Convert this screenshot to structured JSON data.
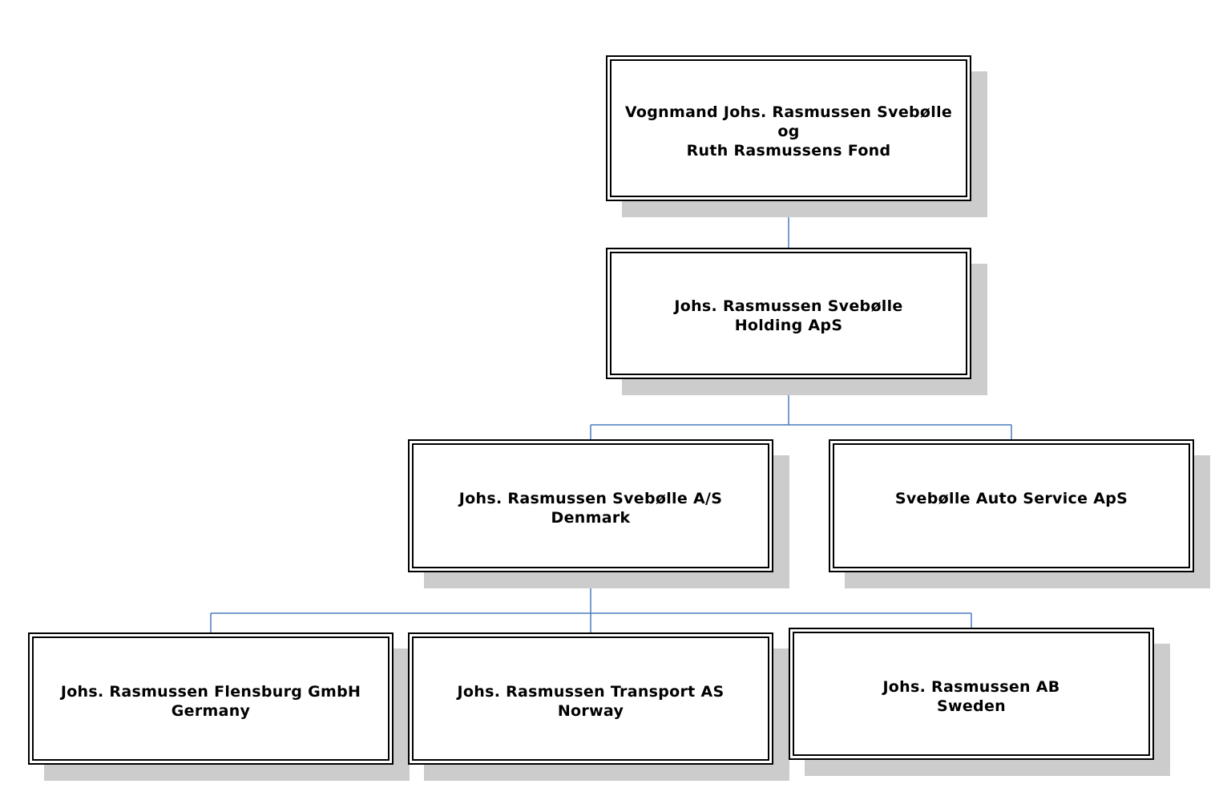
{
  "diagram": {
    "line_color": "#4a7bbf",
    "node_border_color": "#000000",
    "shadow_color": "#cccccc",
    "nodes": {
      "fond": {
        "lines": [
          "Vognmand Johs. Rasmussen Svebølle",
          "og",
          "Ruth Rasmussens Fond"
        ]
      },
      "holding": {
        "lines": [
          "Johs. Rasmussen Svebølle",
          "Holding ApS"
        ]
      },
      "denmark": {
        "lines": [
          "Johs. Rasmussen Svebølle A/S",
          "Denmark"
        ]
      },
      "auto_service": {
        "lines": [
          "Svebølle Auto Service ApS"
        ]
      },
      "germany": {
        "lines": [
          "Johs. Rasmussen Flensburg GmbH",
          "Germany"
        ]
      },
      "norway": {
        "lines": [
          "Johs. Rasmussen Transport AS",
          "Norway"
        ]
      },
      "sweden": {
        "lines": [
          "Johs. Rasmussen AB",
          "Sweden"
        ]
      }
    }
  }
}
